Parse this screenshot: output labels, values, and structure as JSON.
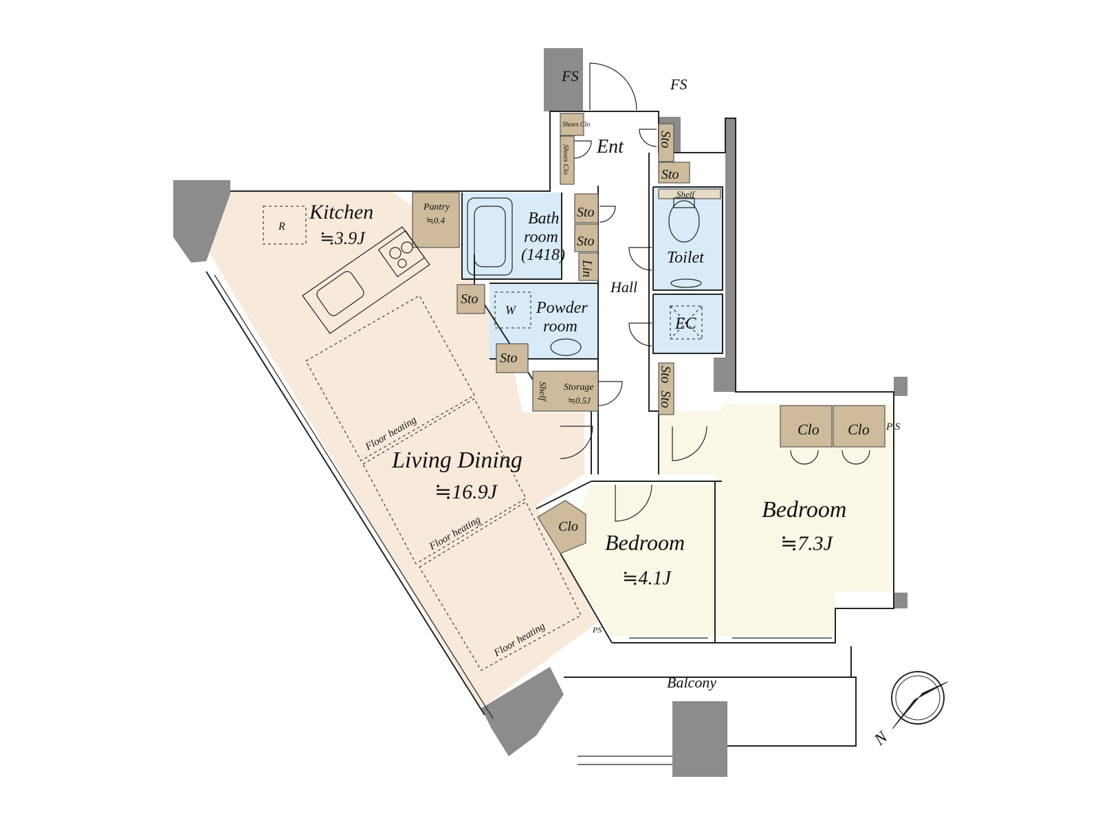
{
  "rooms": {
    "kitchen": {
      "name": "Kitchen",
      "area": "≒3.9J"
    },
    "pantry": {
      "name": "Pantry",
      "area": "≒0.4"
    },
    "bathroom": {
      "line1": "Bath",
      "line2": "room",
      "line3": "(1418)"
    },
    "powder_room": {
      "line1": "Powder",
      "line2": "room",
      "washer": "W"
    },
    "toilet": {
      "name": "Toilet",
      "shelf": "Shelf"
    },
    "ec": {
      "name": "EC"
    },
    "hall": {
      "name": "Hall"
    },
    "entrance": {
      "name": "Ent"
    },
    "living_dining": {
      "name": "Living Dining",
      "area": "≒16.9J"
    },
    "bedroom_small": {
      "name": "Bedroom",
      "area": "≒4.1J"
    },
    "bedroom_large": {
      "name": "Bedroom",
      "area": "≒7.3J"
    },
    "storage": {
      "name": "Storage",
      "area": "≒0.5J",
      "shelf": "Shelf"
    },
    "balcony": {
      "name": "Balcony"
    }
  },
  "storage_labels": {
    "sto": "Sto",
    "lin": "Lin",
    "clo": "Clo",
    "shoes_clo_a": "Shoes Clo",
    "shoes_clo_b": "Shoes Clo"
  },
  "fixtures": {
    "refrigerator": "R",
    "fire_shutter_left": "FS",
    "fire_shutter_right": "FS",
    "pipe_space": "PS",
    "pipe_space_bed": "P S",
    "floor_heating": "Floor heating"
  },
  "compass": {
    "north_label": "N"
  },
  "colors": {
    "living": "#f8eadb",
    "bedroom": "#fbf7e7",
    "wet_area": "#d9ebf6",
    "storage": "#cdbb9c",
    "wall": "#8c8c8c"
  }
}
